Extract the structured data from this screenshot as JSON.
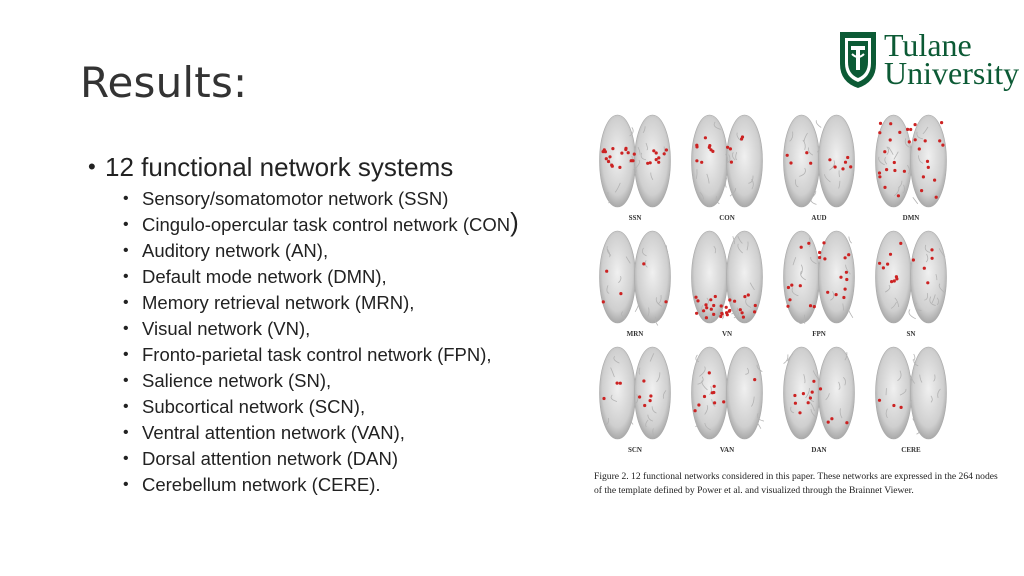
{
  "slide": {
    "title": "Results:"
  },
  "logo": {
    "line1": "Tulane",
    "line2": "University",
    "brand_color": "#0c5a35"
  },
  "bullets": {
    "main": "12 functional network systems",
    "items": [
      "Sensory/somatomotor network (SSN)",
      "Cingulo-opercular task control network (CON",
      "Auditory network (AN),",
      "Default mode network (DMN),",
      "Memory retrieval network (MRN),",
      "Visual network (VN),",
      "Fronto-parietal task control network (FPN),",
      "Salience network (SN),",
      "Subcortical network (SCN),",
      "Ventral attention network (VAN),",
      "Dorsal attention network (DAN)",
      "Cerebellum network (CERE)."
    ],
    "con_close_paren": ")"
  },
  "figure": {
    "labels": [
      "SSN",
      "CON",
      "AUD",
      "DMN",
      "MRN",
      "VN",
      "FPN",
      "SN",
      "SCN",
      "VAN",
      "DAN",
      "CERE"
    ],
    "caption": "Figure 2. 12 functional networks considered in this paper. These networks are expressed in the 264 nodes of the template defined by Power et al. and visualized through the Brainnet Viewer.",
    "node_color": "#cc2222"
  }
}
